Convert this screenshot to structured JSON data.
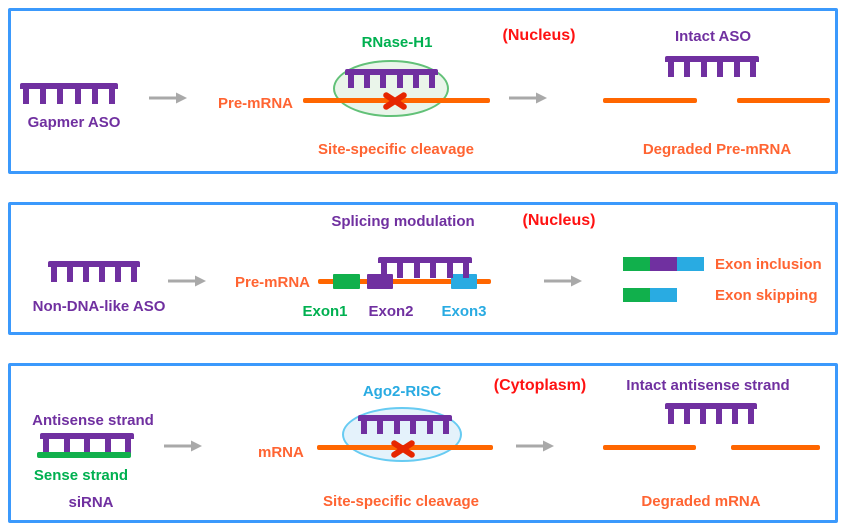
{
  "colors": {
    "purple": "#7030A0",
    "orange_line": "#FF6600",
    "orange_text": "#FF6432",
    "green": "#11B04C",
    "green_text": "#00B050",
    "blue": "#29ABE2",
    "red": "#FF1212",
    "cleavage_x": "#E62600",
    "arrow_gray": "#A9A9A9",
    "panel_border": "#3B99FC",
    "rnase_ellipse_fill": "#EAF5EA",
    "rnase_ellipse_border": "#62C178",
    "risc_ellipse_fill": "#E4F2FB",
    "risc_ellipse_border": "#67CBF2"
  },
  "panels": [
    {
      "name": "gapmer",
      "location_label": "(Nucleus)",
      "aso_label": "Gapmer ASO",
      "substrate_label": "Pre-mRNA",
      "enzyme_label": "RNase-H1",
      "process_label": "Site-specific cleavage",
      "intact_label": "Intact ASO",
      "degraded_label": "Degraded Pre-mRNA"
    },
    {
      "name": "splicing",
      "title": "Splicing modulation",
      "location_label": "(Nucleus)",
      "aso_label": "Non-DNA-like ASO",
      "substrate_label": "Pre-mRNA",
      "exons": [
        {
          "label": "Exon1",
          "color": "#11B04C"
        },
        {
          "label": "Exon2",
          "color": "#7030A0"
        },
        {
          "label": "Exon3",
          "color": "#29ABE2"
        }
      ],
      "results": [
        {
          "label": "Exon inclusion",
          "segments": [
            "#11B04C",
            "#7030A0",
            "#29ABE2"
          ]
        },
        {
          "label": "Exon skipping",
          "segments": [
            "#11B04C",
            "#29ABE2"
          ]
        }
      ]
    },
    {
      "name": "sirna",
      "location_label": "(Cytoplasm)",
      "antisense_label": "Antisense strand",
      "sense_label": "Sense strand",
      "duplex_label": "siRNA",
      "substrate_label": "mRNA",
      "enzyme_label": "Ago2-RISC",
      "process_label": "Site-specific cleavage",
      "intact_label": "Intact antisense strand",
      "degraded_label": "Degraded mRNA"
    }
  ]
}
